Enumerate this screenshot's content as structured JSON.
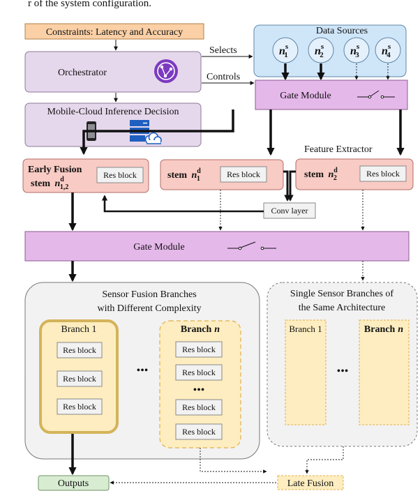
{
  "header_fragment": "r of the system configuration.",
  "constraints": {
    "label": "Constraints: Latency and Accuracy"
  },
  "orchestrator": {
    "label": "Orchestrator"
  },
  "decision": {
    "label": "Mobile-Cloud Inference Decision"
  },
  "edge_labels": {
    "selects": "Selects",
    "controls": "Controls"
  },
  "data_sources": {
    "title": "Data Sources",
    "nodes": [
      {
        "base": "n",
        "sup": "s",
        "sub": "1"
      },
      {
        "base": "n",
        "sup": "s",
        "sub": "2"
      },
      {
        "base": "n",
        "sup": "s",
        "sub": "3"
      },
      {
        "base": "n",
        "sup": "s",
        "sub": "4"
      }
    ]
  },
  "gate_module_top": {
    "label": "Gate Module"
  },
  "feature_extractor": {
    "label": "Feature Extractor"
  },
  "early_fusion": {
    "title": "Early Fusion",
    "stem": "stem",
    "base": "n",
    "sup": "d",
    "sub": "1,2",
    "res_block": "Res block"
  },
  "stem1": {
    "stem": "stem",
    "base": "n",
    "sup": "d",
    "sub": "1",
    "res_block": "Res block"
  },
  "stem2": {
    "stem": "stem",
    "base": "n",
    "sup": "d",
    "sub": "2",
    "res_block": "Res block"
  },
  "conv_layer": {
    "label": "Conv layer"
  },
  "gate_module_mid": {
    "label": "Gate Module"
  },
  "fusion_branches": {
    "title_line1": "Sensor Fusion Branches",
    "title_line2": "with Different Complexity",
    "branch1": {
      "label": "Branch 1",
      "blocks": [
        "Res block",
        "Res block",
        "Res block"
      ]
    },
    "branch_n": {
      "label": "Branch",
      "label_var": "n",
      "blocks": [
        "Res block",
        "Res block",
        "Res block",
        "Res block"
      ]
    },
    "ellipsis": "•••",
    "inner_ellipsis": "•••"
  },
  "single_branches": {
    "title_line1": "Single Sensor Branches of",
    "title_line2": "the Same Architecture",
    "branch1": {
      "label": "Branch 1"
    },
    "branch_n": {
      "label": "Branch",
      "label_var": "n"
    },
    "ellipsis": "•••"
  },
  "outputs": {
    "label": "Outputs"
  },
  "late_fusion": {
    "label": "Late Fusion"
  },
  "colors": {
    "orange_fill": "#fbd0a6",
    "orange_stroke": "#b08048",
    "lavender_fill": "#e6d8ec",
    "lavender_stroke": "#8c7a96",
    "gate_fill": "#e5b8ea",
    "gate_stroke": "#8a5a92",
    "blue_fill": "#cfe6f9",
    "blue_stroke": "#5f86a6",
    "node_fill": "#e4f0fb",
    "salmon_fill": "#f8cbc4",
    "salmon_stroke": "#b26c66",
    "gray_fill": "#f2f2f2",
    "yellow_fill": "#fdedc0",
    "gold_stroke": "#d4b35a",
    "green_fill": "#d8ecd2",
    "green_stroke": "#6c9460",
    "icon_purple": "#7c3ac0",
    "icon_blue": "#1f5fbf"
  }
}
